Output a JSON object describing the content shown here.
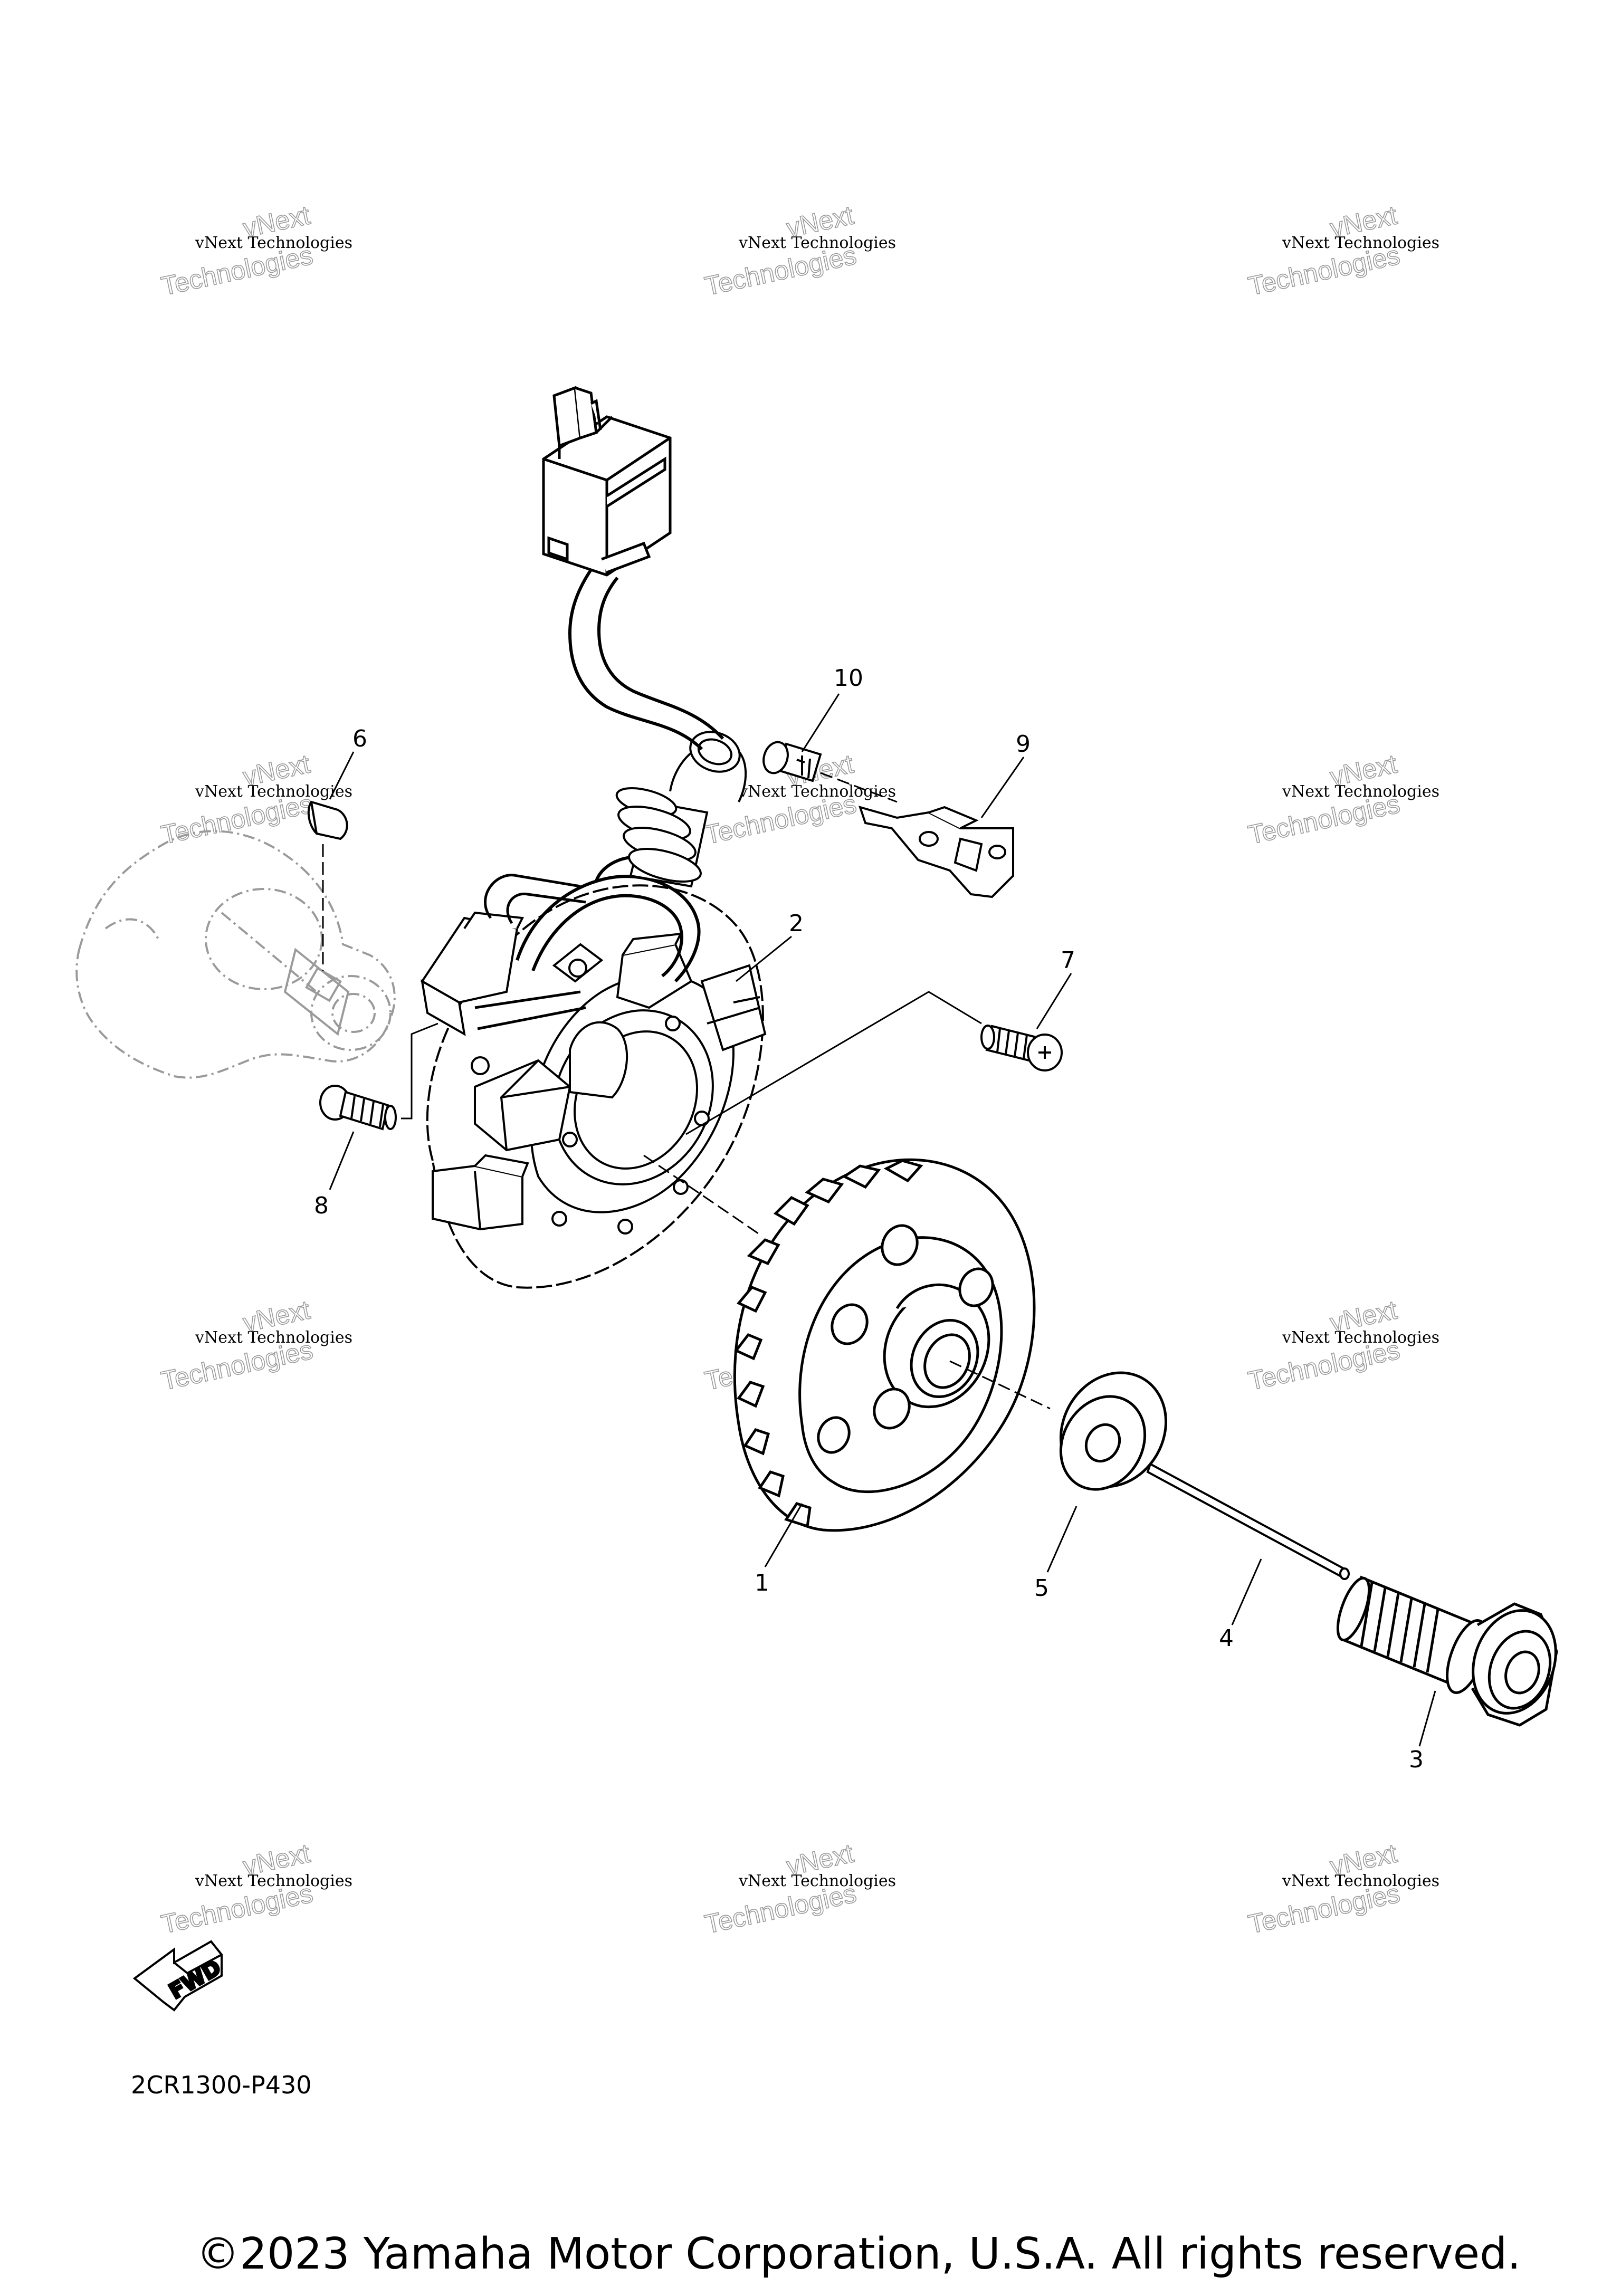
{
  "diagram": {
    "code": "2CR1300-P430",
    "copyright": "©2023 Yamaha Motor Corporation, U.S.A. All rights reserved.",
    "fwd_label": "FWD",
    "callouts": [
      "1",
      "2",
      "3",
      "4",
      "5",
      "6",
      "7",
      "8",
      "9",
      "10"
    ]
  },
  "watermark": {
    "line1": "vNext Technologies",
    "line2": "vNext",
    "line3": "Technologies"
  },
  "colors": {
    "line": "#000000",
    "phantom": "#9a9a9a",
    "background": "#ffffff"
  }
}
